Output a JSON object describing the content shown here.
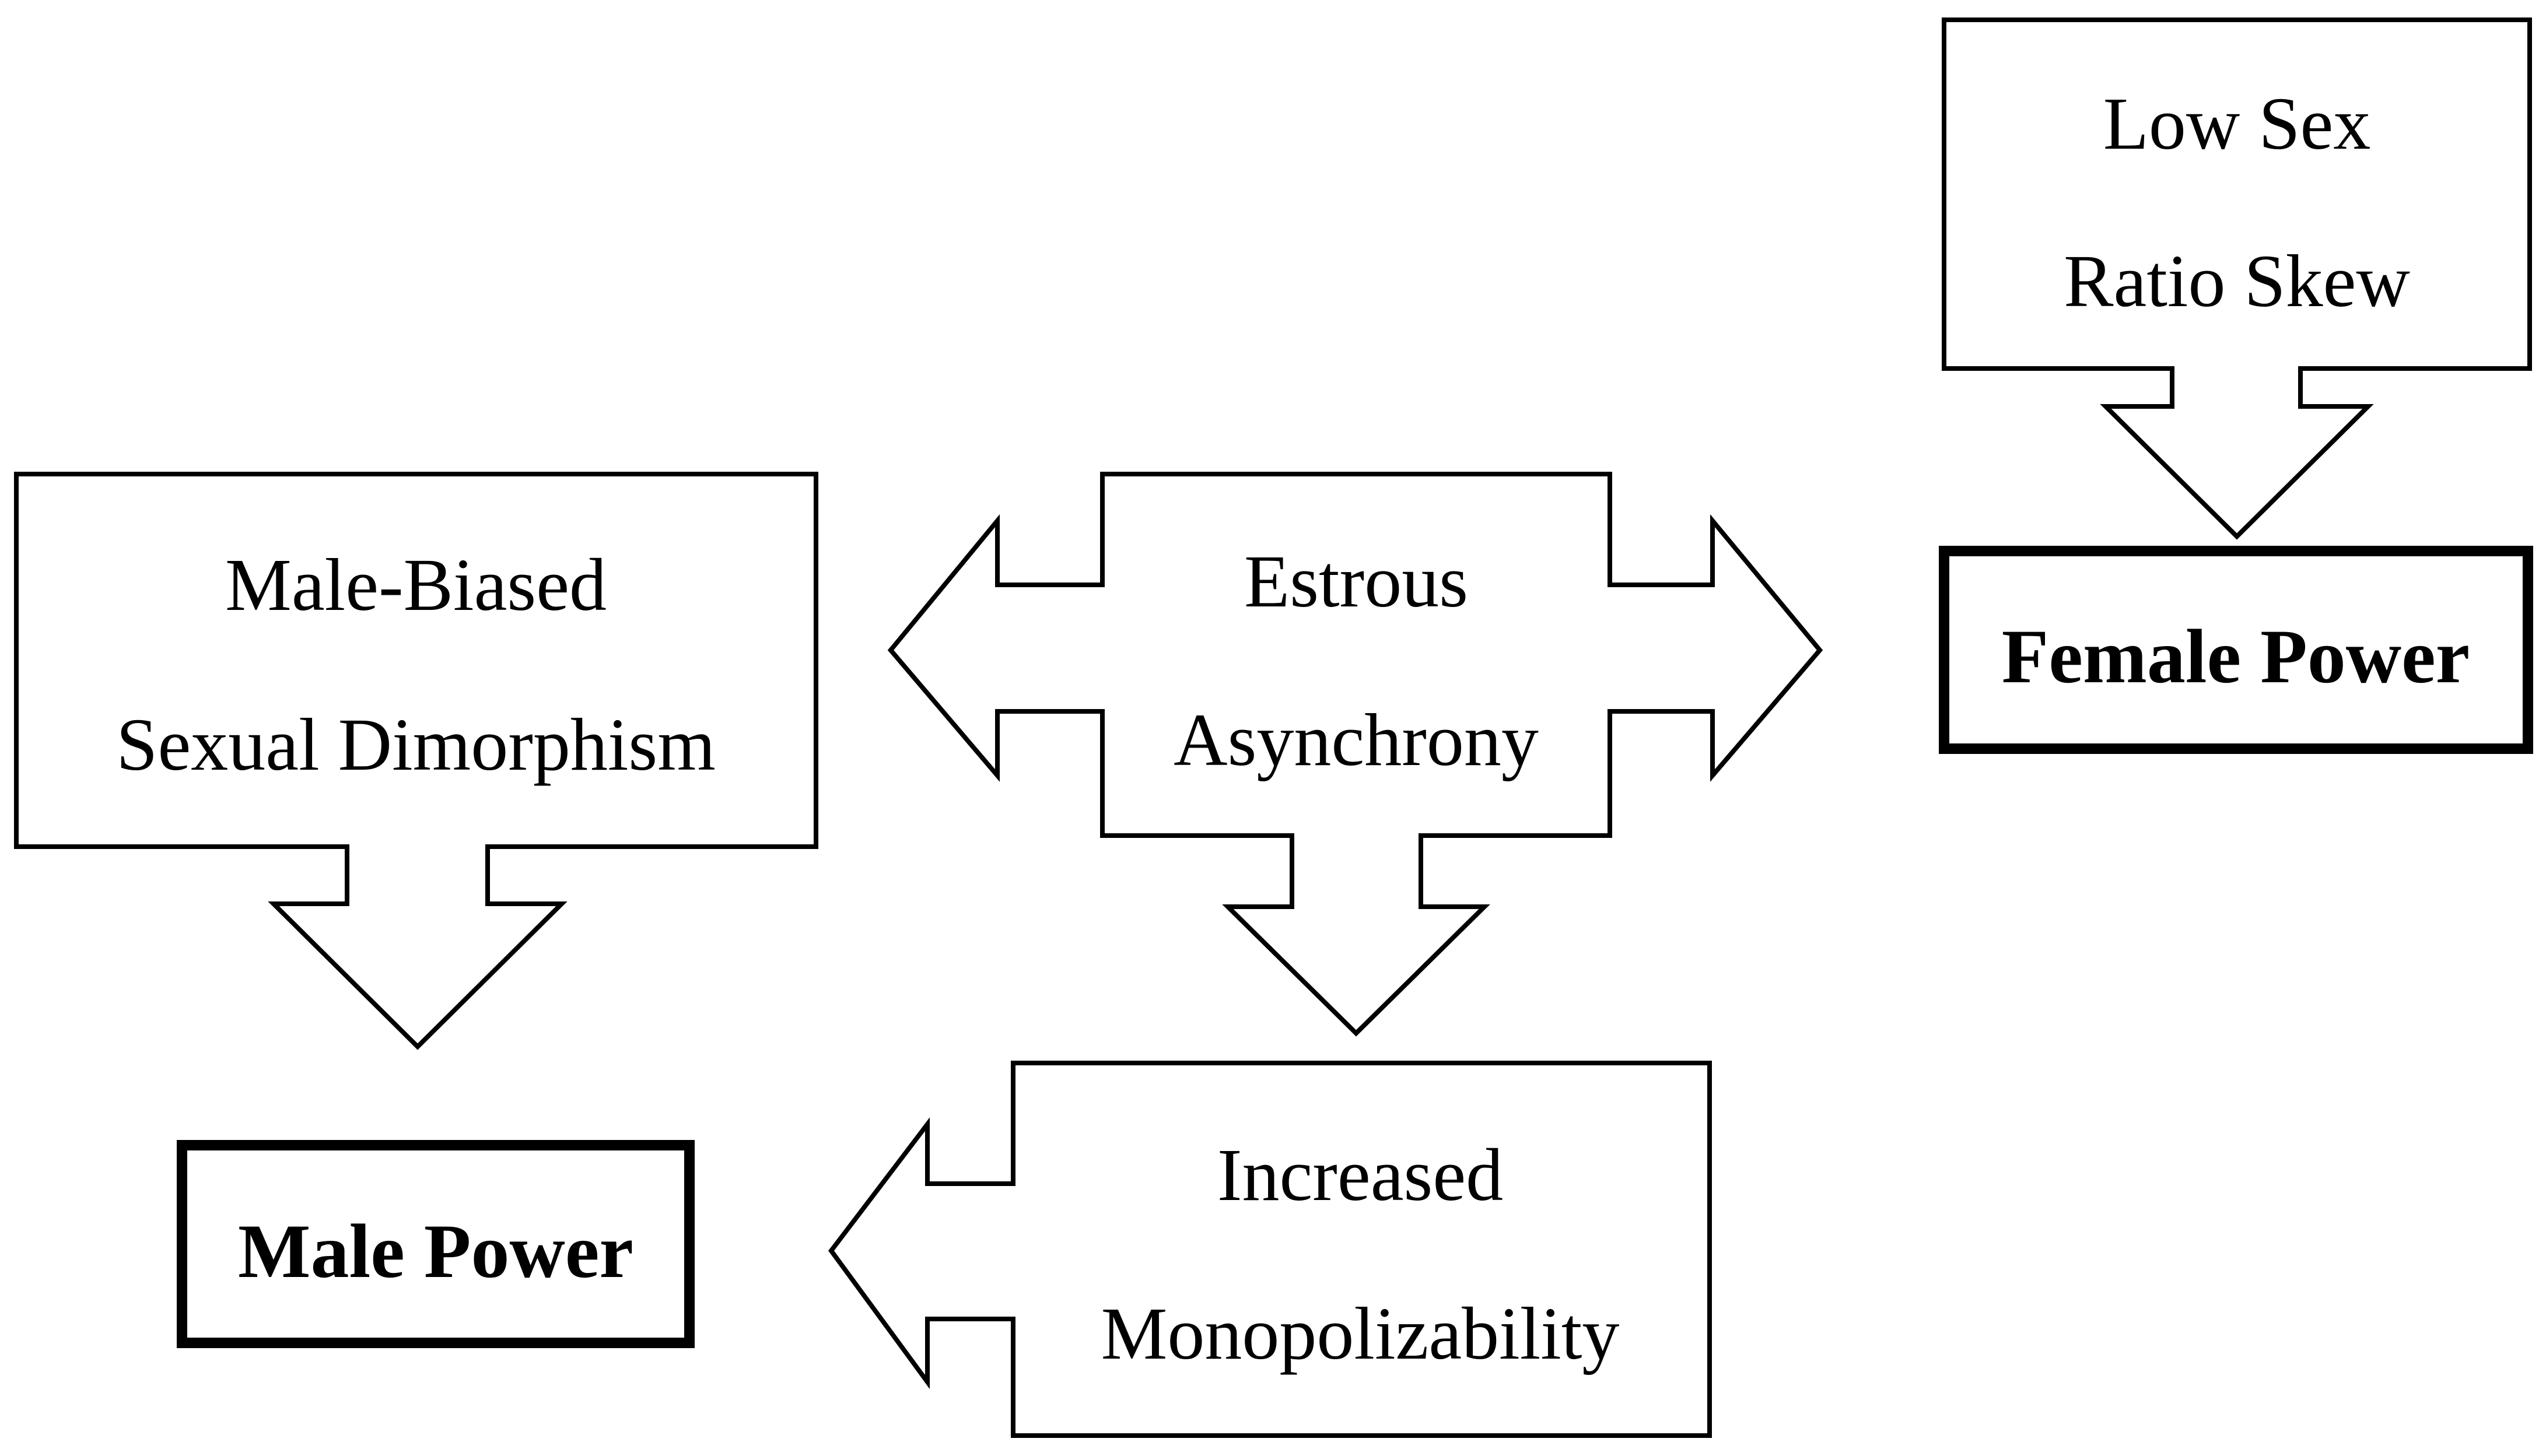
{
  "nodes": {
    "low_sex_ratio_skew": {
      "line1": "Low Sex",
      "line2": "Ratio Skew"
    },
    "female_power": {
      "label": "Female Power"
    },
    "male_biased_dimorphism": {
      "line1": "Male-Biased",
      "line2": "Sexual Dimorphism"
    },
    "male_power": {
      "label": "Male Power"
    },
    "estrous_asynchrony": {
      "line1": "Estrous",
      "line2": "Asynchrony"
    },
    "increased_monopolizability": {
      "line1": "Increased",
      "line2": "Monopolizability"
    }
  },
  "colors": {
    "stroke": "#000000",
    "fill": "#ffffff"
  }
}
